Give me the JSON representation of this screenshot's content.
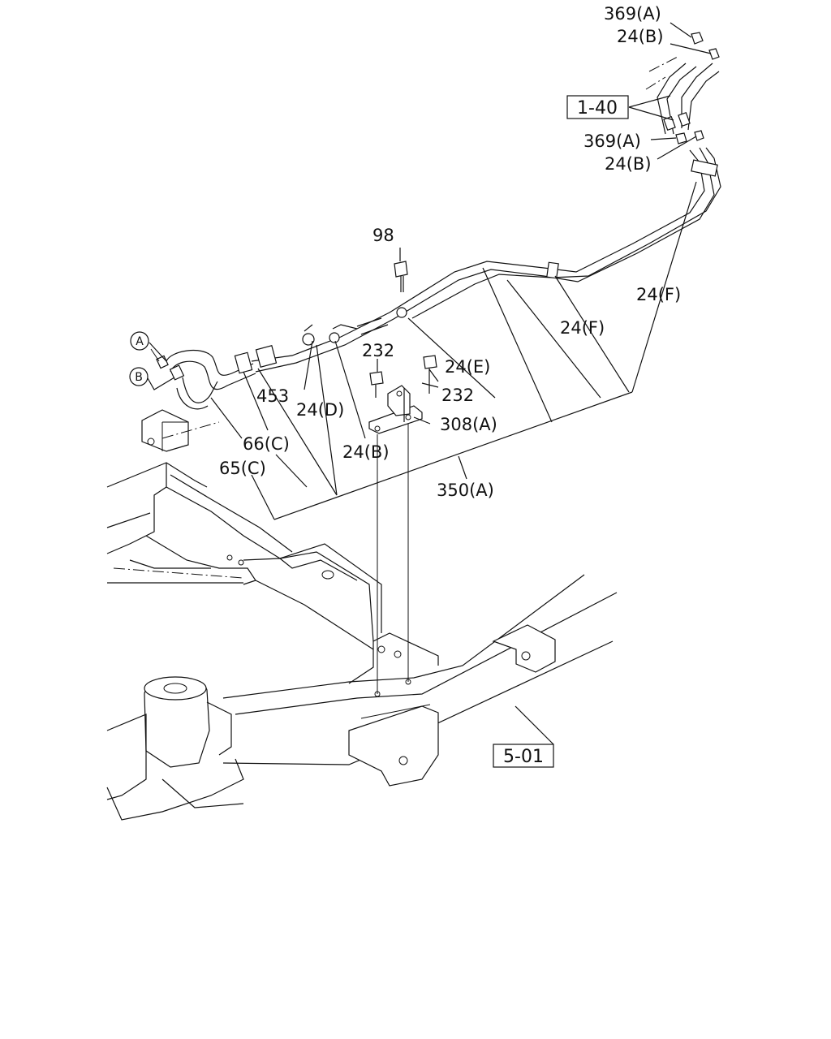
{
  "labels": {
    "l369a_top": "369(A)",
    "l24b_top": "24(B)",
    "l369a_mid": "369(A)",
    "l24b_mid": "24(B)",
    "l98": "98",
    "l24f_right": "24(F)",
    "l24f_mid": "24(F)",
    "l232_left": "232",
    "l24e": "24(E)",
    "l232_right": "232",
    "l308a": "308(A)",
    "l453": "453",
    "l24d": "24(D)",
    "l66c": "66(C)",
    "l24b_low": "24(B)",
    "l65c": "65(C)",
    "l350a": "350(A)"
  },
  "refs": {
    "ref_1_40": "1-40",
    "ref_5_01": "5-01"
  },
  "callouts": {
    "a": "A",
    "b": "B"
  }
}
